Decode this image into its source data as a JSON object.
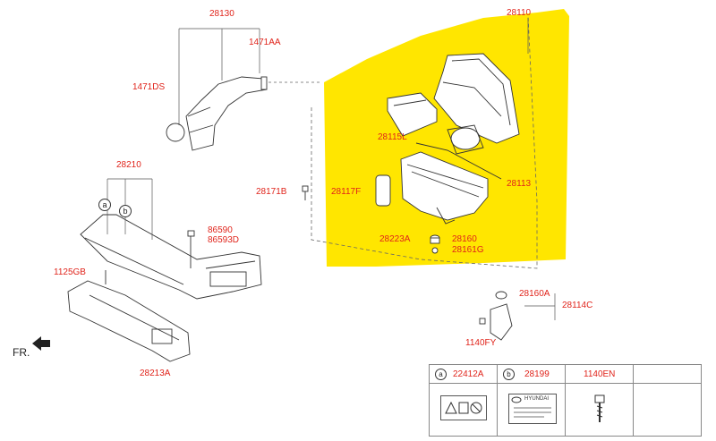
{
  "diagram": {
    "highlight_color": "#ffe600",
    "label_color": "#e0241b",
    "parts": [
      "28110",
      "28130",
      "1471AA",
      "1471DS",
      "28115L",
      "28113",
      "28171B",
      "28117F",
      "28223A",
      "28160",
      "28161G",
      "28210",
      "86590",
      "86593D",
      "1125GB",
      "28213A",
      "28160A",
      "28114C",
      "1140FY"
    ],
    "callouts": {
      "a": "a",
      "b": "b"
    },
    "front_marker": "FR."
  },
  "legend": {
    "columns": [
      {
        "key": "a",
        "code": "22412A",
        "icon": "warning-label-icon"
      },
      {
        "key": "b",
        "code": "28199",
        "icon": "hyundai-info-label-icon"
      },
      {
        "key": "",
        "code": "1140EN",
        "icon": "screw-icon"
      },
      {
        "key": "",
        "code": "",
        "icon": ""
      }
    ],
    "hyundai_text": "HYUNDAI"
  }
}
